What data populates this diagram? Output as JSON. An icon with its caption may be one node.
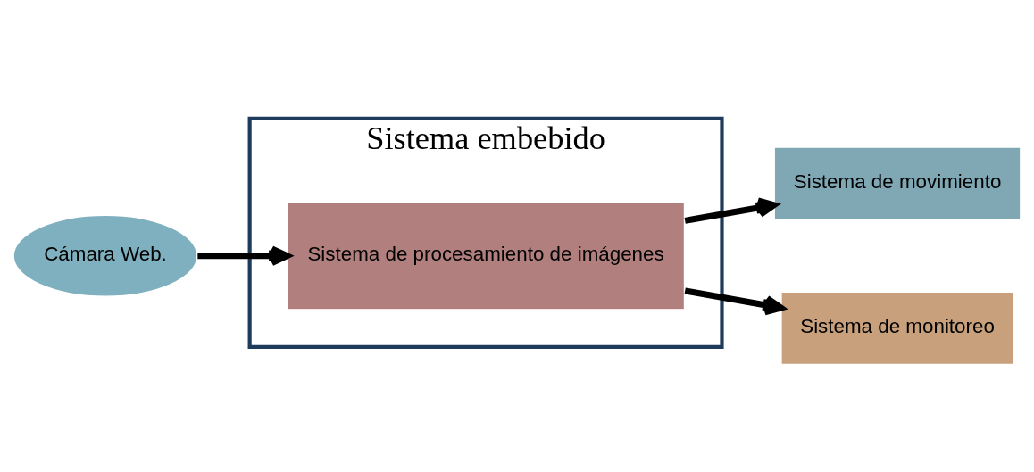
{
  "diagram": {
    "nodes": [
      {
        "text": [
          "Cámara Web."
        ]
      },
      {
        "text": [
          "Sistema embebido"
        ]
      },
      {
        "text": [
          "Sistema de procesamiento de imágenes"
        ],
        "in": 1
      },
      {
        "text": [
          "Sistema de movimiento"
        ]
      },
      {
        "text": [
          "Sistema de monitoreo"
        ]
      }
    ],
    "edges": [
      {
        "from": 0,
        "to": 2,
        "arrow": "to"
      },
      {
        "from": 2,
        "to": 3,
        "arrow": "to"
      },
      {
        "from": 2,
        "to": 4,
        "arrow": "to"
      }
    ]
  }
}
